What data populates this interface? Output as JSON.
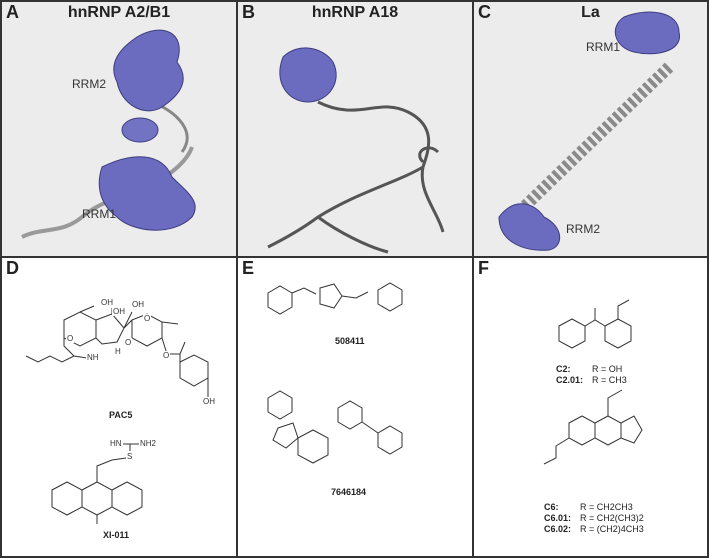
{
  "panels": {
    "A": {
      "letter": "A",
      "title": "hnRNP A2/B1",
      "labels": [
        "RRM2",
        "RRM1"
      ]
    },
    "B": {
      "letter": "B",
      "title": "hnRNP A18"
    },
    "C": {
      "letter": "C",
      "title": "La",
      "labels": [
        "RRM1",
        "RRM2"
      ]
    },
    "D": {
      "letter": "D",
      "compounds": [
        "PAC5",
        "XI-011"
      ],
      "atoms": [
        "OH",
        "OH",
        "OH",
        "O",
        "O",
        "O",
        "O",
        "NH",
        "H",
        "OH",
        "HN",
        "NH2",
        "S"
      ]
    },
    "E": {
      "letter": "E",
      "compounds": [
        "508411",
        "7646184"
      ]
    },
    "F": {
      "letter": "F",
      "c2_rows": [
        {
          "name": "C2:",
          "r": "R = OH"
        },
        {
          "name": "C2.01:",
          "r": "R = CH3"
        }
      ],
      "c6_rows": [
        {
          "name": "C6:",
          "r": "R = CH2CH3"
        },
        {
          "name": "C6.01:",
          "r": "R = CH2(CH3)2"
        },
        {
          "name": "C6.02:",
          "r": "R = (CH2)4CH3"
        }
      ]
    }
  },
  "colors": {
    "rrm": "#6b6bbf",
    "linker": "#8a8a8a",
    "background_top": "#ececec"
  }
}
